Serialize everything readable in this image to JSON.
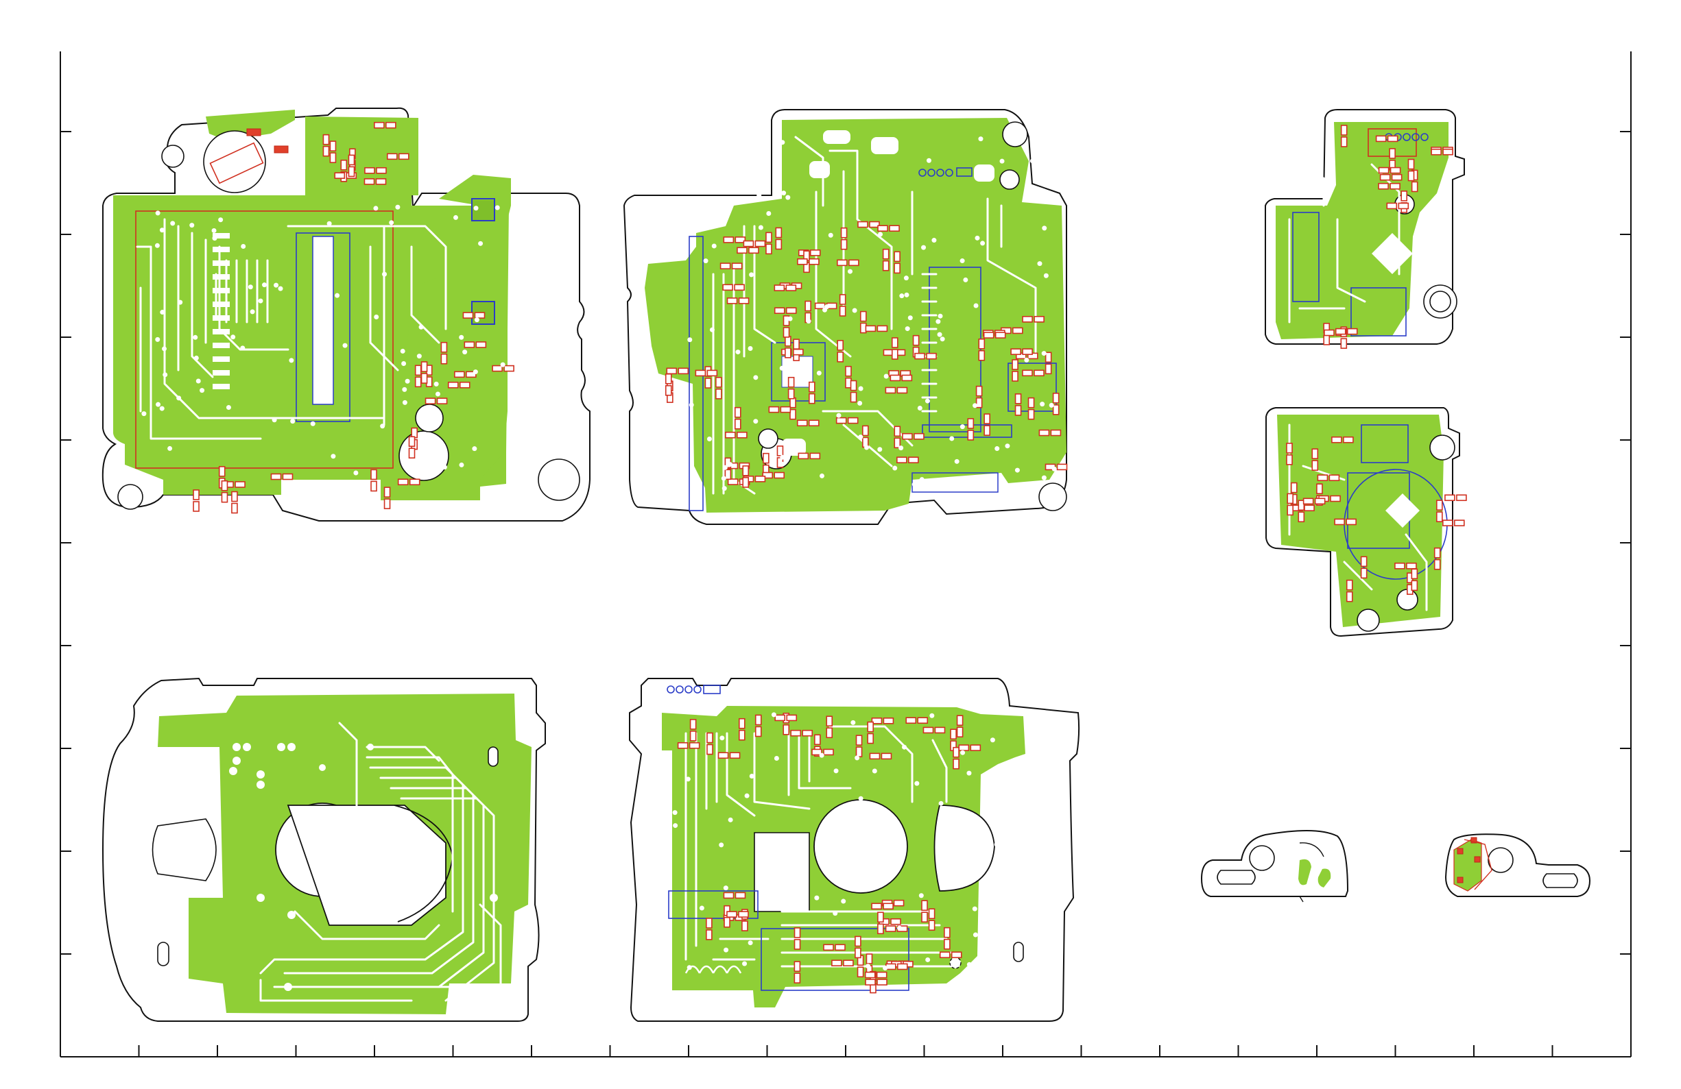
{
  "diagram": {
    "kind": "pcb-layout-sheet",
    "boards": [
      {
        "id": "board-top-left"
      },
      {
        "id": "board-top-center"
      },
      {
        "id": "board-top-right-upper"
      },
      {
        "id": "board-top-right-lower"
      },
      {
        "id": "board-bottom-left"
      },
      {
        "id": "board-bottom-center"
      },
      {
        "id": "board-bottom-right-small-a"
      },
      {
        "id": "board-bottom-right-small-b"
      }
    ],
    "colors": {
      "copper": "#8fcf36",
      "pads": "#d03020",
      "silkscreen": "#2a3cc8",
      "outline": "#111111",
      "background": "#ffffff"
    },
    "grid": {
      "columns": 20,
      "rows": 10
    }
  }
}
